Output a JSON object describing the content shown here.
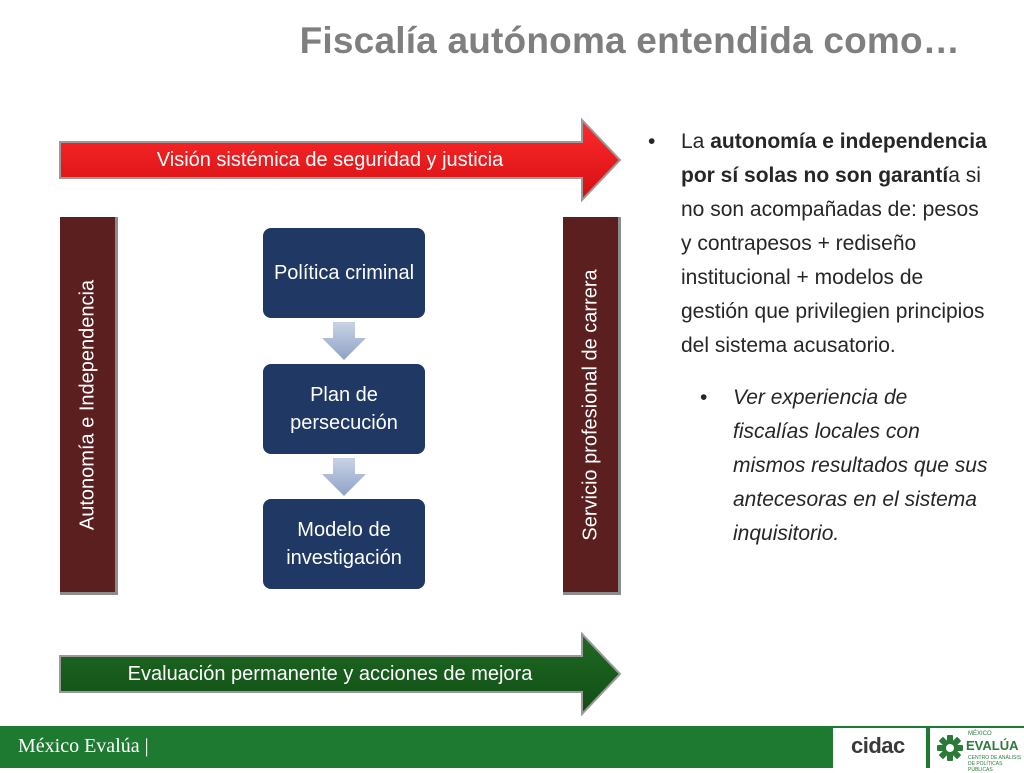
{
  "title": "Fiscalía autónoma entendida como…",
  "top_arrow": {
    "label": "Visión sistémica de seguridad y justicia",
    "color": "#e8151b"
  },
  "bottom_arrow": {
    "label": "Evaluación permanente y acciones de mejora",
    "color": "#1b5e20"
  },
  "left_bar": {
    "label": "Autonomía e Independencia",
    "color": "#5b1f1f"
  },
  "right_bar": {
    "label": "Servicio profesional de carrera",
    "color": "#5b1f1f"
  },
  "flow_boxes": [
    {
      "label": "Política criminal"
    },
    {
      "label": "Plan de persecución"
    },
    {
      "label": "Modelo de investigación"
    }
  ],
  "bullet_main": {
    "pre": "La ",
    "bold": "autonomía e independencia por sí solas no son garantí",
    "post": "a si no son acompañadas de: pesos y contrapesos + rediseño institucional + modelos de gestión que privilegien principios del sistema acusatorio."
  },
  "bullet_sub": "Ver experiencia de fiscalías locales con mismos resultados que sus antecesoras en el sistema inquisitorio.",
  "footer": {
    "text": "México Evalúa |",
    "logo_cidac": "cidac",
    "logo_me_top": "MÉXICO",
    "logo_me_main": "EVALÚA",
    "logo_me_sub": "CENTRO DE ANÁLISIS DE POLÍTICAS PÚBLICAS",
    "color": "#1e7a30"
  }
}
